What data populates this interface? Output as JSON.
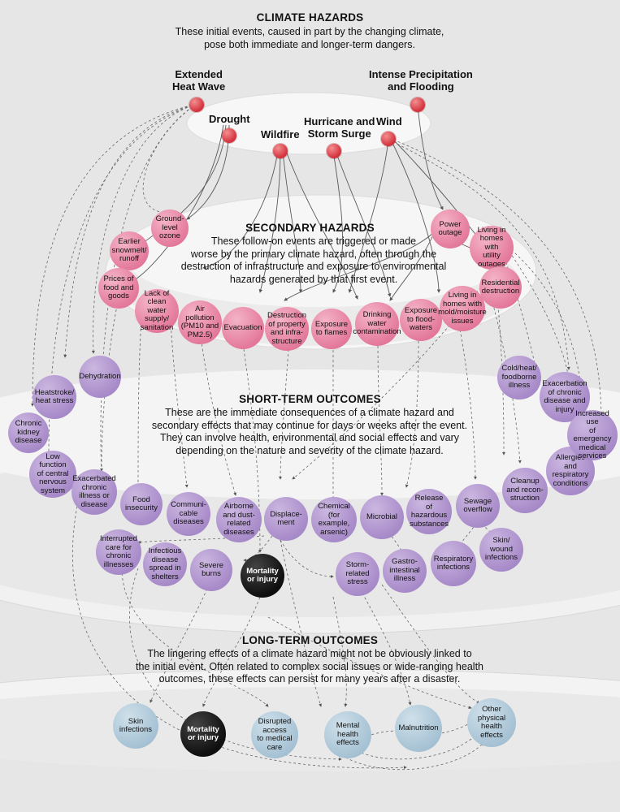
{
  "sections": {
    "climate": {
      "title": "CLIMATE HAZARDS",
      "desc": [
        "These initial events, caused in part by the changing climate,",
        "pose both immediate and longer-term dangers."
      ]
    },
    "secondary": {
      "title": "SECONDARY HAZARDS",
      "desc": [
        "These follow-on events are triggered or made",
        "worse by the primary climate hazard, often through the",
        "destruction of infrastructure and exposure to environmental",
        "hazards generated by that first event."
      ]
    },
    "short": {
      "title": "SHORT-TERM OUTCOMES",
      "desc": [
        "These are the immediate consequences of a climate hazard and",
        "secondary effects that may continue for days or weeks after the event.",
        "They can involve health, environmental and social effects and vary",
        "depending on the nature and severity of the climate hazard."
      ]
    },
    "long": {
      "title": "LONG-TERM OUTCOMES",
      "desc": [
        "The lingering effects of a climate hazard might not be obviously linked to",
        "the initial event. Often related to complex social issues or wide-ranging health",
        "outcomes, these effects can persist for many years after a disaster."
      ]
    }
  },
  "hazards": [
    {
      "id": "heat",
      "label": "Extended Heat Wave",
      "lines": [
        "Extended",
        "Heat Wave"
      ]
    },
    {
      "id": "drought",
      "label": "Drought",
      "lines": [
        "Drought"
      ]
    },
    {
      "id": "wildfire",
      "label": "Wildfire",
      "lines": [
        "Wildfire"
      ]
    },
    {
      "id": "hurricane",
      "label": "Hurricane and Storm Surge",
      "lines": [
        "Hurricane and",
        "Storm Surge"
      ]
    },
    {
      "id": "wind",
      "label": "Wind",
      "lines": [
        "Wind"
      ]
    },
    {
      "id": "precip",
      "label": "Intense Precipitation and Flooding",
      "lines": [
        "Intense Precipitation",
        "and Flooding"
      ]
    }
  ],
  "secondary_nodes": [
    {
      "id": "snow",
      "lines": [
        "Earlier",
        "snowmelt/",
        "runoff"
      ]
    },
    {
      "id": "ozone",
      "lines": [
        "Ground-",
        "level",
        "ozone"
      ]
    },
    {
      "id": "prices",
      "lines": [
        "Prices of",
        "food and",
        "goods"
      ]
    },
    {
      "id": "water",
      "lines": [
        "Lack of",
        "clean water",
        "supply/",
        "sanitation"
      ]
    },
    {
      "id": "air",
      "lines": [
        "Air",
        "pollution",
        "(PM10 and",
        "PM2.5)"
      ]
    },
    {
      "id": "evac",
      "lines": [
        "Evacuation"
      ]
    },
    {
      "id": "destr",
      "lines": [
        "Destruction",
        "of property",
        "and infra-",
        "structure"
      ]
    },
    {
      "id": "flames",
      "lines": [
        "Exposure",
        "to flames"
      ]
    },
    {
      "id": "drinking",
      "lines": [
        "Drinking",
        "water",
        "contamination"
      ]
    },
    {
      "id": "floodw",
      "lines": [
        "Exposure",
        "to flood-",
        "waters"
      ]
    },
    {
      "id": "mold",
      "lines": [
        "Living in",
        "homes with",
        "mold/moisture",
        "issues"
      ]
    },
    {
      "id": "power",
      "lines": [
        "Power",
        "outage"
      ]
    },
    {
      "id": "utility",
      "lines": [
        "Living in",
        "homes with",
        "utility",
        "outages"
      ]
    },
    {
      "id": "resid",
      "lines": [
        "Residential",
        "destruction"
      ]
    }
  ],
  "short_nodes": [
    {
      "id": "dehyd",
      "lines": [
        "Dehydration"
      ]
    },
    {
      "id": "heatstroke",
      "lines": [
        "Heatstroke/",
        "heat stress"
      ]
    },
    {
      "id": "kidney",
      "lines": [
        "Chronic",
        "kidney",
        "disease"
      ]
    },
    {
      "id": "nervous",
      "lines": [
        "Low function",
        "of central",
        "nervous",
        "system"
      ]
    },
    {
      "id": "exchronic",
      "lines": [
        "Exacerbated",
        "chronic",
        "illness or",
        "disease"
      ]
    },
    {
      "id": "foodins",
      "lines": [
        "Food",
        "insecurity"
      ]
    },
    {
      "id": "commun",
      "lines": [
        "Communi-",
        "cable",
        "diseases"
      ]
    },
    {
      "id": "airborne",
      "lines": [
        "Airborne",
        "and dust-",
        "related",
        "diseases"
      ]
    },
    {
      "id": "displace",
      "lines": [
        "Displace-",
        "ment"
      ]
    },
    {
      "id": "chemical",
      "lines": [
        "Chemical",
        "(for example,",
        "arsenic)"
      ]
    },
    {
      "id": "microbial",
      "lines": [
        "Microbial"
      ]
    },
    {
      "id": "release",
      "lines": [
        "Release",
        "of hazardous",
        "substances"
      ]
    },
    {
      "id": "sewage",
      "lines": [
        "Sewage",
        "overflow"
      ]
    },
    {
      "id": "cleanup",
      "lines": [
        "Cleanup",
        "and recon-",
        "struction"
      ]
    },
    {
      "id": "allergies",
      "lines": [
        "Allergies",
        "and respiratory",
        "conditions"
      ]
    },
    {
      "id": "cold",
      "lines": [
        "Cold/heat/",
        "foodborne",
        "illness"
      ]
    },
    {
      "id": "exacerb2",
      "lines": [
        "Exacerbation",
        "of chronic",
        "disease and",
        "injury"
      ]
    },
    {
      "id": "emergency",
      "lines": [
        "Increased use",
        "of emergency",
        "medical",
        "services"
      ]
    },
    {
      "id": "interrupted",
      "lines": [
        "Interrupted",
        "care for",
        "chronic",
        "illnesses"
      ]
    },
    {
      "id": "infectious",
      "lines": [
        "Infectious",
        "disease",
        "spread in",
        "shelters"
      ]
    },
    {
      "id": "burns",
      "lines": [
        "Severe",
        "burns"
      ]
    },
    {
      "id": "mort1",
      "lines": [
        "Mortality",
        "or injury"
      ]
    },
    {
      "id": "storm",
      "lines": [
        "Storm-",
        "related",
        "stress"
      ]
    },
    {
      "id": "gastro",
      "lines": [
        "Gastro-",
        "intestinal",
        "illness"
      ]
    },
    {
      "id": "respinf",
      "lines": [
        "Respiratory",
        "infections"
      ]
    },
    {
      "id": "skinwound",
      "lines": [
        "Skin/",
        "wound",
        "infections"
      ]
    }
  ],
  "long_nodes": [
    {
      "id": "skininf",
      "lines": [
        "Skin",
        "infections"
      ]
    },
    {
      "id": "mort2",
      "lines": [
        "Mortality",
        "or injury"
      ]
    },
    {
      "id": "access",
      "lines": [
        "Disrupted",
        "access",
        "to medical",
        "care"
      ]
    },
    {
      "id": "mental",
      "lines": [
        "Mental",
        "health",
        "effects"
      ]
    },
    {
      "id": "malnut",
      "lines": [
        "Malnutrition"
      ]
    },
    {
      "id": "other",
      "lines": [
        "Other",
        "physical",
        "health",
        "effects"
      ]
    }
  ],
  "colors": {
    "hazard_dot": "#d3303c",
    "secondary": "#e47a9c",
    "short": "#a88bc9",
    "long": "#a6c2d4",
    "mortality": "#0f0f0f",
    "band": "#f4f4f4"
  }
}
